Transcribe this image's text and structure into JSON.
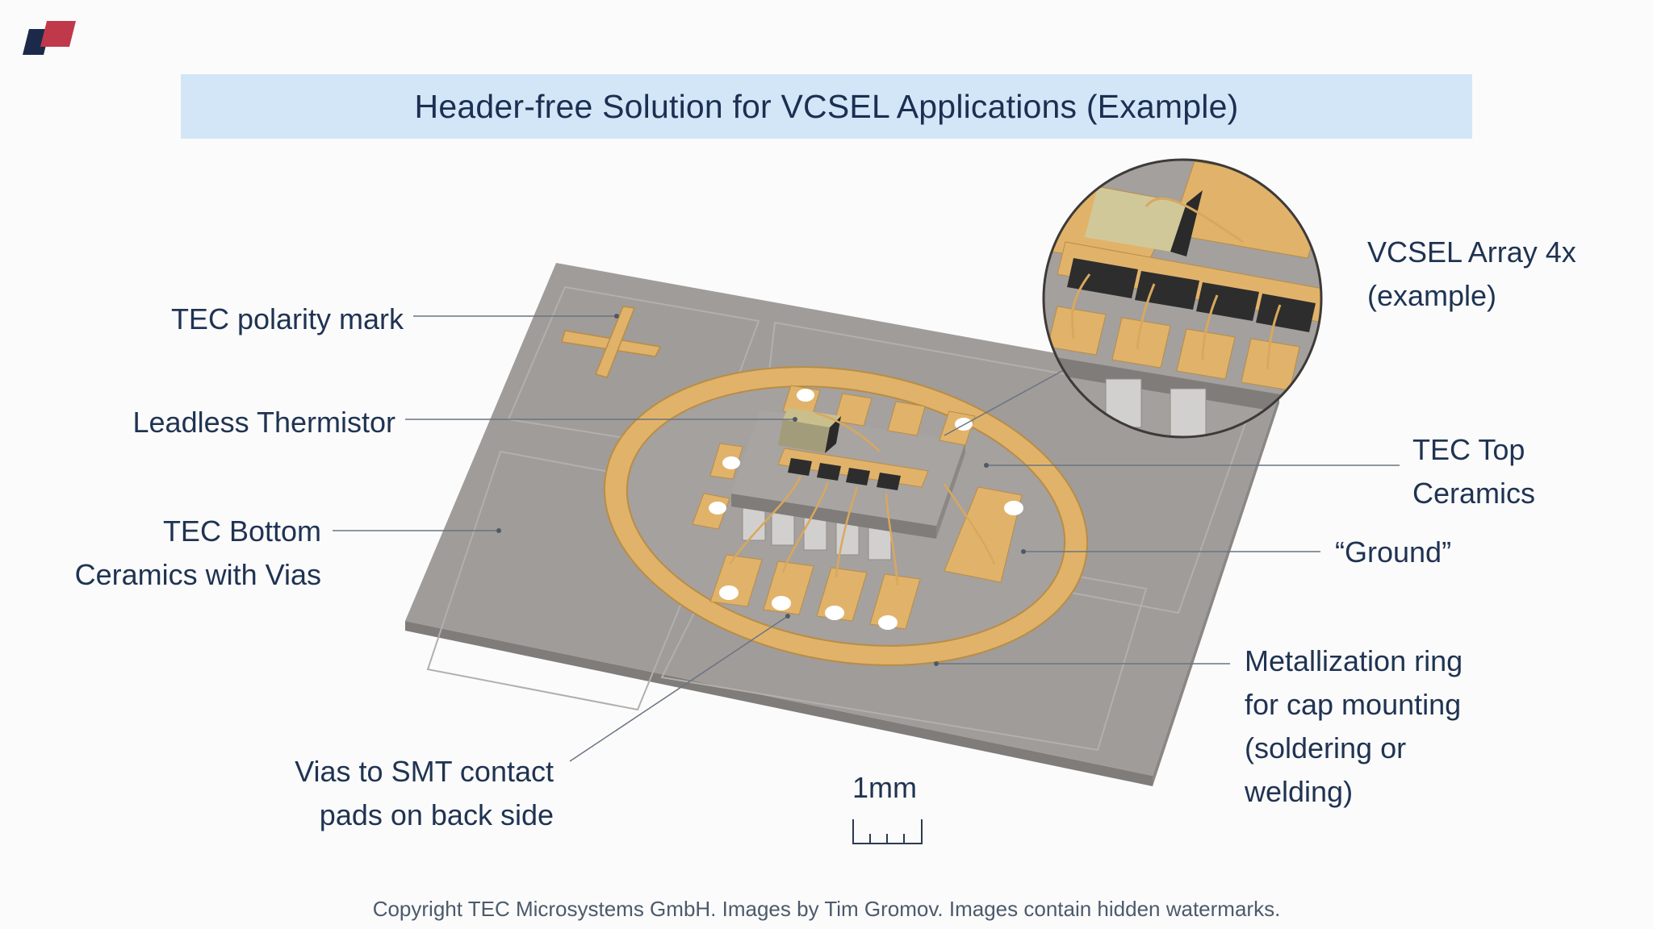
{
  "title": "Header-free Solution for VCSEL Applications (Example)",
  "colors": {
    "title_bar": "#d3e6f7",
    "logo_navy": "#1b2a4a",
    "logo_red": "#c0394b",
    "ceramic": "#9e9a97",
    "gold": "#e1b36a"
  },
  "labels": {
    "polarity": "TEC polarity mark",
    "thermistor": "Leadless Thermistor",
    "bottom_line1": "TEC Bottom",
    "bottom_line2": "Ceramics with Vias",
    "vias_line1": "Vias to SMT contact",
    "vias_line2": "pads on back side",
    "vcsel_line1": "VCSEL Array 4x",
    "vcsel_line2": "(example)",
    "top_line1": "TEC Top",
    "top_line2": "Ceramics",
    "ground": "“Ground”",
    "ring_line1": "Metallization ring",
    "ring_line2": "for cap mounting",
    "ring_line3": "(soldering or",
    "ring_line4": "welding)"
  },
  "scale": "1mm",
  "copyright": "Copyright TEC Microsystems GmbH. Images by Tim Gromov. Images contain hidden watermarks."
}
